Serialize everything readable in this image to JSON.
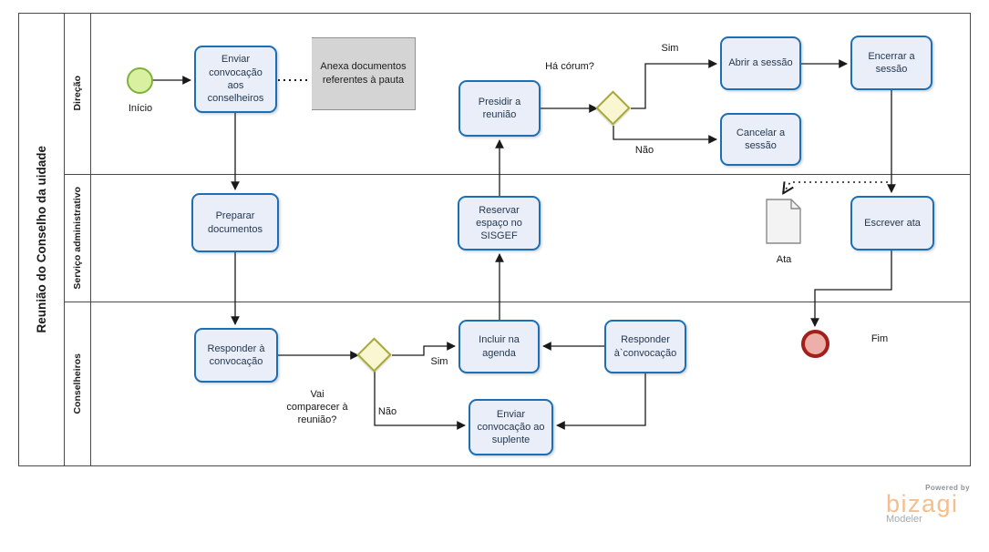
{
  "pool": {
    "title": "Reunião do Conselho da uidade",
    "lanes": [
      {
        "label": "Direção"
      },
      {
        "label": "Serviço administrativo"
      },
      {
        "label": "Conselheiros"
      }
    ]
  },
  "events": {
    "start": {
      "label": "Início"
    },
    "end": {
      "label": "Fim"
    }
  },
  "tasks": {
    "enviar_convocacao": {
      "label": "Enviar convocação aos conselheiros"
    },
    "preparar_documentos": {
      "label": "Preparar documentos"
    },
    "responder_convocacao": {
      "label": "Responder à convocação"
    },
    "presidir_reuniao": {
      "label": "Presidir a reunião"
    },
    "reservar_espaco": {
      "label": "Reservar espaço no SISGEF"
    },
    "incluir_agenda": {
      "label": "Incluir na agenda"
    },
    "responder_convocacao_2": {
      "label": "Responder à`convocação"
    },
    "enviar_suplente": {
      "label": "Enviar convocação ao suplente"
    },
    "abrir_sessao": {
      "label": "Abrir a sessão"
    },
    "encerrar_sessao": {
      "label": "Encerrar a sessão"
    },
    "cancelar_sessao": {
      "label": "Cancelar a sessão"
    },
    "escrever_ata": {
      "label": "Escrever ata"
    }
  },
  "gateways": {
    "corum": {
      "question": "Há córum?",
      "yes": "Sim",
      "no": "Não"
    },
    "comparecer": {
      "question": "Vai\ncomparecer à\nreunião?",
      "yes": "Sim",
      "no": "Não"
    }
  },
  "artifacts": {
    "annotation": {
      "text": "Anexa documentos referentes à pauta"
    },
    "document": {
      "label": "Ata"
    }
  },
  "branding": {
    "powered_by": "Powered by",
    "brand": "bizagi",
    "product": "Modeler"
  },
  "colors": {
    "task_fill": "#e9eef9",
    "task_border": "#1c6fb5",
    "start_fill": "#d8f0a0",
    "start_border": "#7db33a",
    "gateway_fill": "#f9f7d2",
    "gateway_border": "#a8a93b",
    "end_fill": "#edafa9",
    "end_border": "#a22019",
    "annotation_fill": "#d4d4d4",
    "brand_orange": "#f6be8c"
  }
}
